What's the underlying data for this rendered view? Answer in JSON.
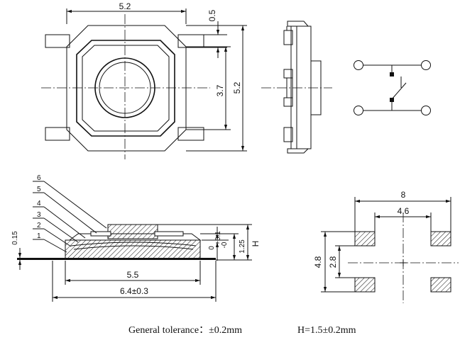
{
  "top_view": {
    "width_label": "5.2",
    "height_label": "5.2",
    "inner_label": "3.7",
    "lead_label": "0.5"
  },
  "section_view": {
    "part_numbers": [
      "6",
      "5",
      "4",
      "3",
      "2",
      "1"
    ],
    "thickness_label": "0.15",
    "offset_label": "0+0.1​-0",
    "offset_top": "+0.1",
    "offset_base": "0",
    "offset_bottom": "-0",
    "body_height_label": "1.25",
    "height_symbol": "H",
    "inner_width_label": "5.5",
    "overall_width_label": "6.4±0.3"
  },
  "footprint": {
    "outer_width_label": "8",
    "inner_width_label": "4.6",
    "outer_height_label": "4.8",
    "inner_height_label": "2.8"
  },
  "caption": {
    "general_tolerance": "General tolerance：±0.2mm",
    "height_tolerance": "H=1.5±0.2mm"
  }
}
